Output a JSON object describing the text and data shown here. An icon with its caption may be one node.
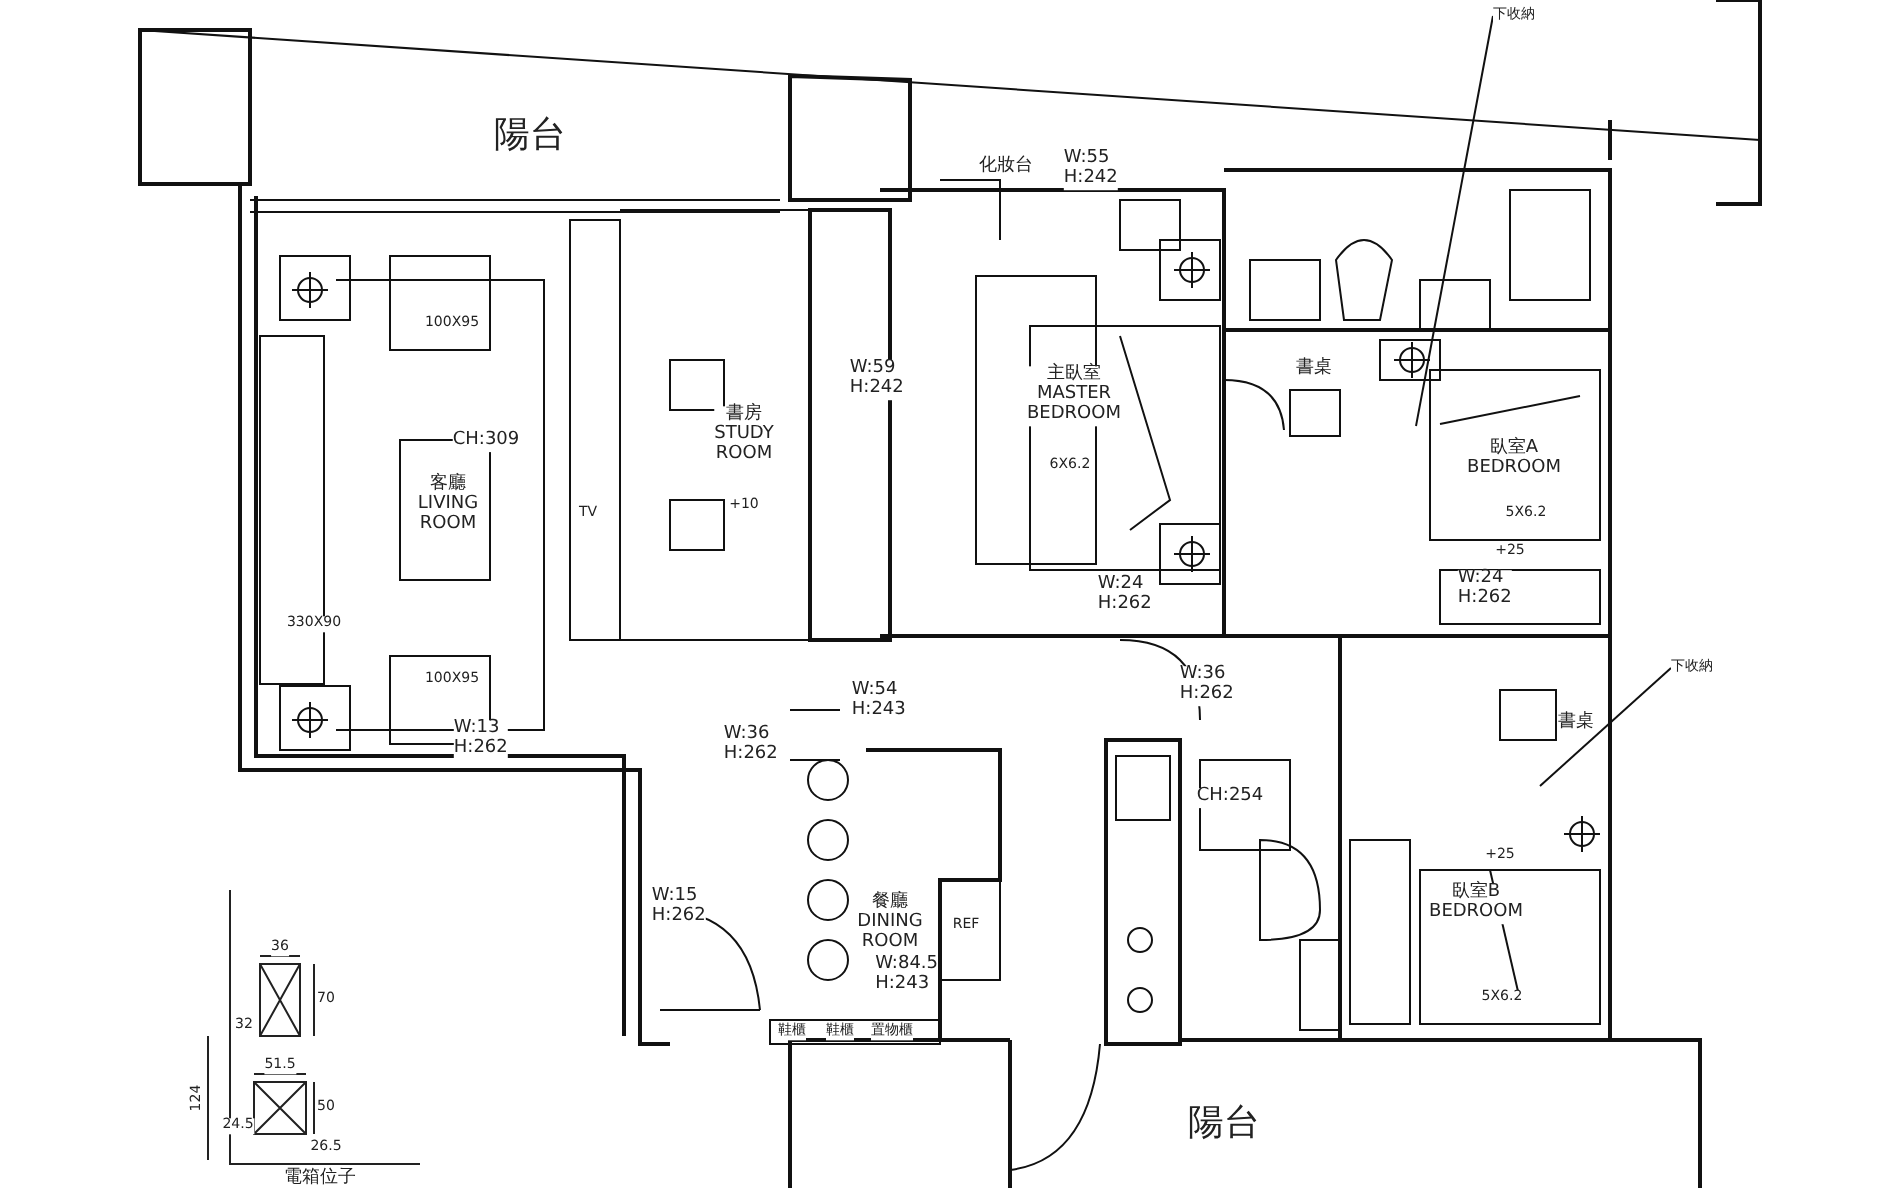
{
  "diagram": {
    "nodes": [
      {
        "text": [
          "陽台"
        ]
      },
      {
        "text": [
          "客廳 LIVING ROOM"
        ]
      },
      {
        "text": [
          "書房 STUDY ROOM"
        ]
      },
      {
        "text": [
          "主臥室 MASTER BEDROOM"
        ]
      },
      {
        "text": [
          "臥室A BEDROOM"
        ]
      },
      {
        "text": [
          "餐廳 DINING ROOM"
        ]
      },
      {
        "text": [
          "臥室B BEDROOM"
        ]
      },
      {
        "text": [
          "陽台"
        ]
      },
      {
        "text": [
          "下收納"
        ]
      },
      {
        "text": [
          "下收納"
        ]
      }
    ],
    "edges": [
      {
        "from": 8,
        "to": null,
        "arrow": "none"
      },
      {
        "from": 9,
        "to": null,
        "arrow": "none"
      }
    ],
    "labels": [
      "100X95",
      "CH:309",
      "330X90",
      "100X95",
      "W:13 H:262",
      "TV",
      "+10",
      "化妝台",
      "W:55 H:242",
      "W:59 H:242",
      "6X6.2",
      "W:24 H:262",
      "書桌",
      "5X6.2",
      "+25",
      "W:24 H:262",
      "W:54 H:243",
      "W:36 H:262",
      "W:36 H:262",
      "CH:254",
      "書桌",
      "+25",
      "5X6.2",
      "W:15 H:262",
      "REF",
      "W:84.5 H:243",
      "鞋櫃",
      "鞋櫃",
      "置物櫃",
      "36",
      "70",
      "32",
      "51.5",
      "124",
      "24.5",
      "50",
      "26.5",
      "電箱位子"
    ]
  }
}
